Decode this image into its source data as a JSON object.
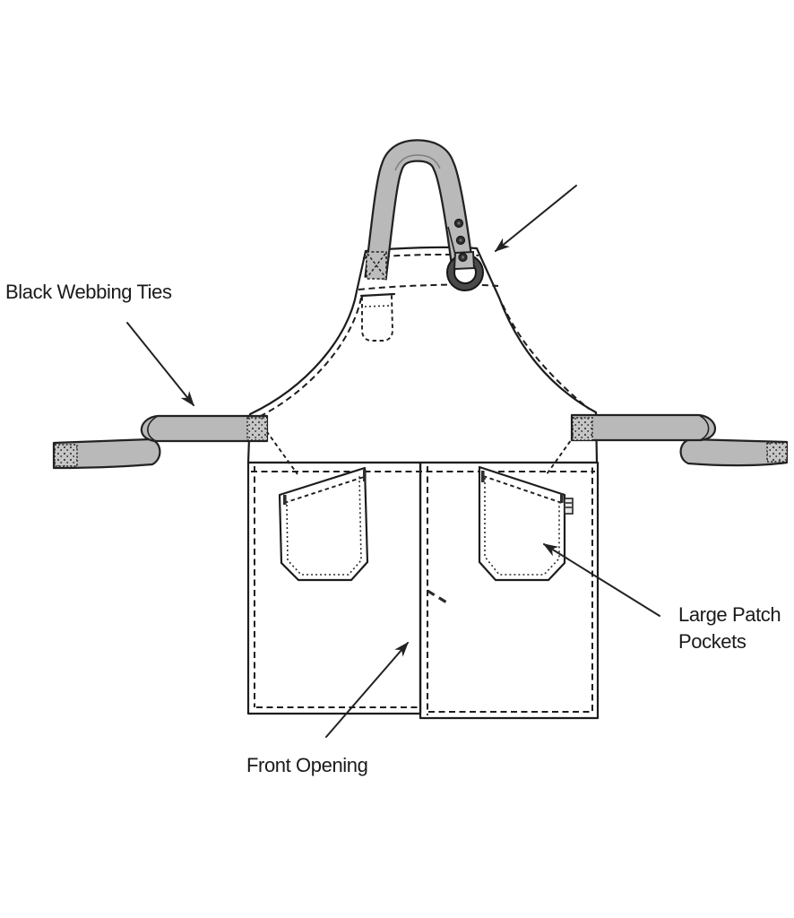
{
  "page": {
    "background": "#ffffff"
  },
  "colors": {
    "line": "#1d1d1d",
    "strap_grey": "#b9b9b9",
    "stitch_box_grey": "#c6c6c6",
    "hardware_dark": "#4a4a4a",
    "text": "#1a1a1a"
  },
  "labels": {
    "black_webbing_ties": "Black Webbing Ties",
    "large_patch_pockets_line1": "Large Patch",
    "large_patch_pockets_line2": "Pockets",
    "front_opening": "Front Opening"
  },
  "annotations": [
    {
      "text": "Black Webbing Ties",
      "points_to": "left-waist-tie"
    },
    {
      "text": "Large Patch Pockets",
      "points_to": "right-patch-pocket"
    },
    {
      "text": "Front Opening",
      "points_to": "front-opening-line"
    },
    {
      "text": "",
      "points_to": "neck-strap-ring-assembly"
    }
  ]
}
